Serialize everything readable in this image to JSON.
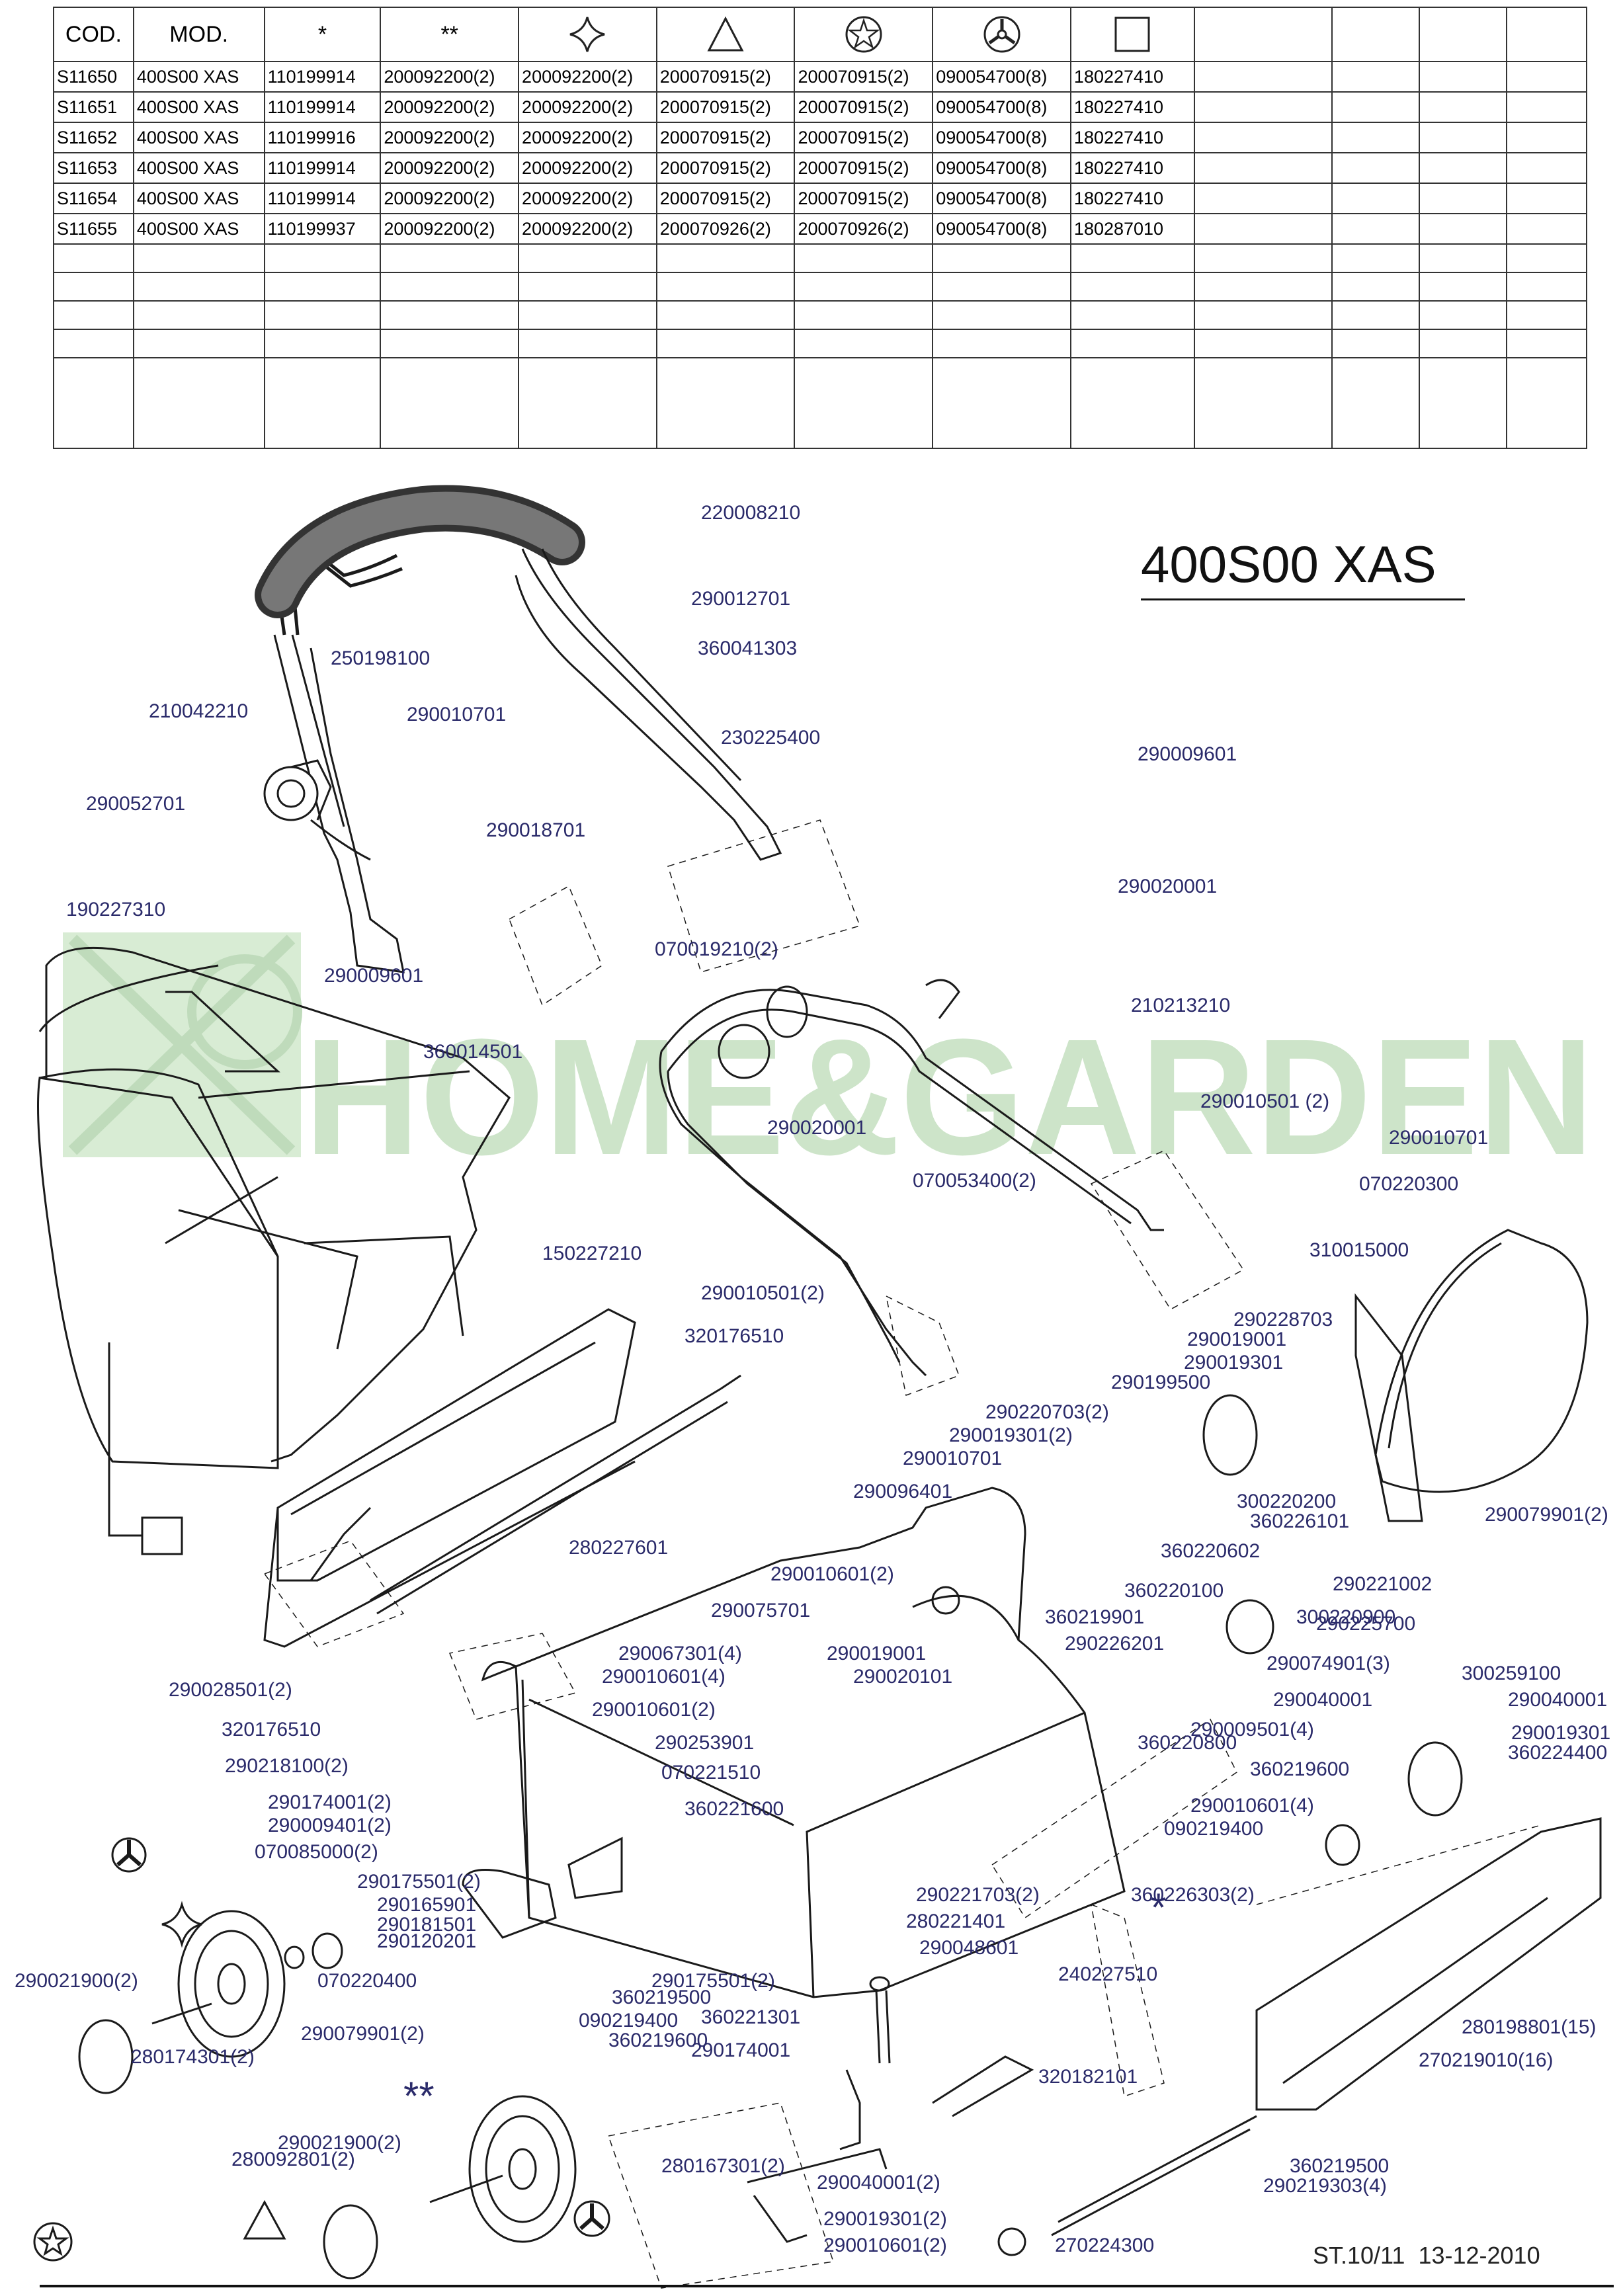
{
  "table": {
    "headers": [
      "COD.",
      "MOD.",
      "*",
      "**"
    ],
    "header_icons": [
      "star-shuriken-icon",
      "triangle-icon",
      "star-circle-icon",
      "three-spoke-circle-icon",
      "square-icon"
    ],
    "rows": [
      [
        "S11650",
        "400S00 XAS",
        "110199914",
        "200092200(2)",
        "200092200(2)",
        "200070915(2)",
        "200070915(2)",
        "090054700(8)",
        "180227410"
      ],
      [
        "S11651",
        "400S00 XAS",
        "110199914",
        "200092200(2)",
        "200092200(2)",
        "200070915(2)",
        "200070915(2)",
        "090054700(8)",
        "180227410"
      ],
      [
        "S11652",
        "400S00 XAS",
        "110199916",
        "200092200(2)",
        "200092200(2)",
        "200070915(2)",
        "200070915(2)",
        "090054700(8)",
        "180227410"
      ],
      [
        "S11653",
        "400S00 XAS",
        "110199914",
        "200092200(2)",
        "200092200(2)",
        "200070915(2)",
        "200070915(2)",
        "090054700(8)",
        "180227410"
      ],
      [
        "S11654",
        "400S00 XAS",
        "110199914",
        "200092200(2)",
        "200092200(2)",
        "200070915(2)",
        "200070915(2)",
        "090054700(8)",
        "180227410"
      ],
      [
        "S11655",
        "400S00 XAS",
        "110199937",
        "200092200(2)",
        "200092200(2)",
        "200070926(2)",
        "200070926(2)",
        "090054700(8)",
        "180287010"
      ]
    ]
  },
  "model_title": "400S00 XAS",
  "watermark": "HOME&GARDEN",
  "footer": {
    "sheet": "ST.10/11",
    "date": "13-12-2010"
  },
  "parts": [
    "220008210",
    "290012701",
    "360041303",
    "250198100",
    "210042210",
    "290010701",
    "230225400",
    "290009601",
    "290052701",
    "290018701",
    "290020001",
    "190227310",
    "070019210(2)",
    "290009601",
    "210213210",
    "360014501",
    "290010501 (2)",
    "290020001",
    "290010701",
    "070053400(2)",
    "070220300",
    "310015000",
    "150227210",
    "290010501(2)",
    "320176510",
    "290228703",
    "290019001",
    "290019301",
    "290199500",
    "290220703(2)",
    "290019301(2)",
    "290010701",
    "290096401",
    "300220200",
    "360226101",
    "290079901(2)",
    "280227601",
    "360220602",
    "290010601(2)",
    "290075701",
    "360220100",
    "290221002",
    "300220900",
    "290225700",
    "360219901",
    "290028501(2)",
    "290067301(4)",
    "290019001",
    "290010601(4)",
    "290020101",
    "290226201",
    "290074901(3)",
    "300259100",
    "290040001",
    "290040001",
    "320176510",
    "290010601(2)",
    "290218100(2)",
    "290253901",
    "070221510",
    "360220800",
    "290009501(4)",
    "290019301",
    "360219600",
    "360224400",
    "290174001(2)",
    "360221600",
    "290009401(2)",
    "290010601(4)",
    "090219400",
    "070085000(2)",
    "290175501(2)",
    "290165901",
    "290181501",
    "290120201",
    "290221703(2)",
    "360226303(2)",
    "280221401",
    "290175501(2)",
    "290021900(2)",
    "070220400",
    "290048601",
    "240227510",
    "360219500",
    "090219400",
    "360221301",
    "280198801(15)",
    "290079901(2)",
    "360219600",
    "290174001",
    "280174301(2)",
    "270219010(16)",
    "320182101",
    "290021900(2)",
    "280092801(2)",
    "280167301(2)",
    "360219500",
    "290040001(2)",
    "290219303(4)",
    "290019301(2)",
    "290010601(2)",
    "270224300"
  ],
  "symbols": [
    "*",
    "**"
  ],
  "legend_box": ""
}
